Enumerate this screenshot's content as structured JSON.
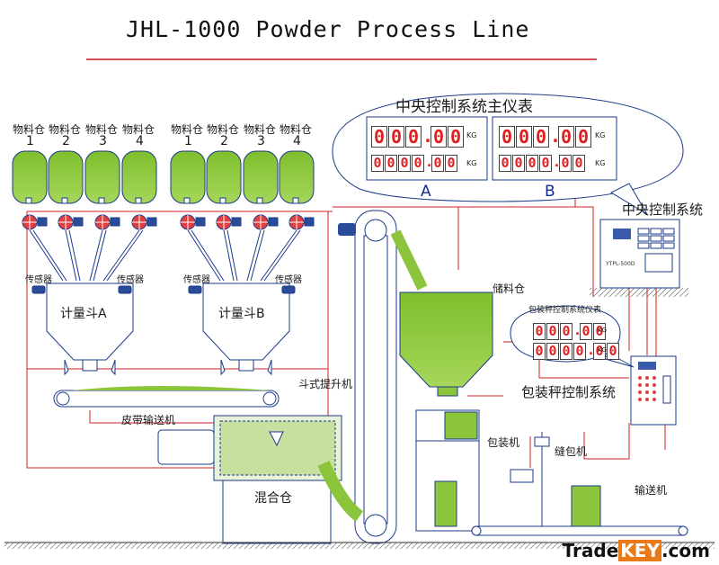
{
  "title": "JHL-1000 Powder Process Line",
  "bins": {
    "label": "物料仓",
    "numbers": [
      "1",
      "2",
      "3",
      "4",
      "1",
      "2",
      "3",
      "4"
    ]
  },
  "sensor_label": "传感器",
  "hopper_a": "计量斗A",
  "hopper_b": "计量斗B",
  "belt_conveyor": "皮带输送机",
  "mixer": "混合仓",
  "elevator": "斗式提升机",
  "storage_bin": "储料仓",
  "packing_machine": "包装机",
  "sewing_machine": "缝包机",
  "conveyor": "输送机",
  "main_panel": {
    "title": "中央控制系统主仪表",
    "a_label": "A",
    "b_label": "B",
    "a_top": "000.00",
    "a_bottom": "0000.00",
    "b_top": "000.00",
    "b_bottom": "0000.00",
    "unit": "KG"
  },
  "central_control": {
    "label": "中央控制系统",
    "model": "YTPL-500D"
  },
  "pack_panel": {
    "title": "包装秤控制系统仪表",
    "top": "000.00",
    "bottom": "0000.00",
    "unit": "KG"
  },
  "pack_control": {
    "label": "包装秤控制系统"
  },
  "watermark": {
    "trade": "Trade",
    "key": "KEY",
    "com": ".com"
  },
  "colors": {
    "powder": "#8cc43c",
    "wire": "#d02020",
    "line": "#1a3a8a",
    "digit": "#e02020"
  }
}
